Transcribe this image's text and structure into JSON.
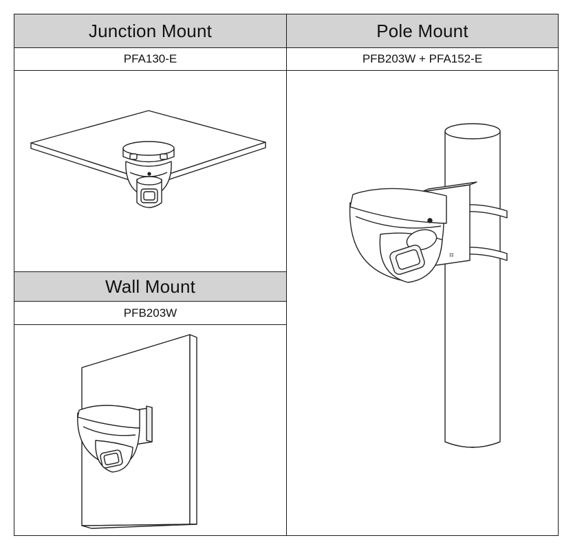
{
  "junction": {
    "title": "Junction Mount",
    "model": "PFA130-E"
  },
  "pole": {
    "title": "Pole Mount",
    "model": "PFB203W + PFA152-E"
  },
  "wall": {
    "title": "Wall Mount",
    "model": "PFB203W"
  }
}
